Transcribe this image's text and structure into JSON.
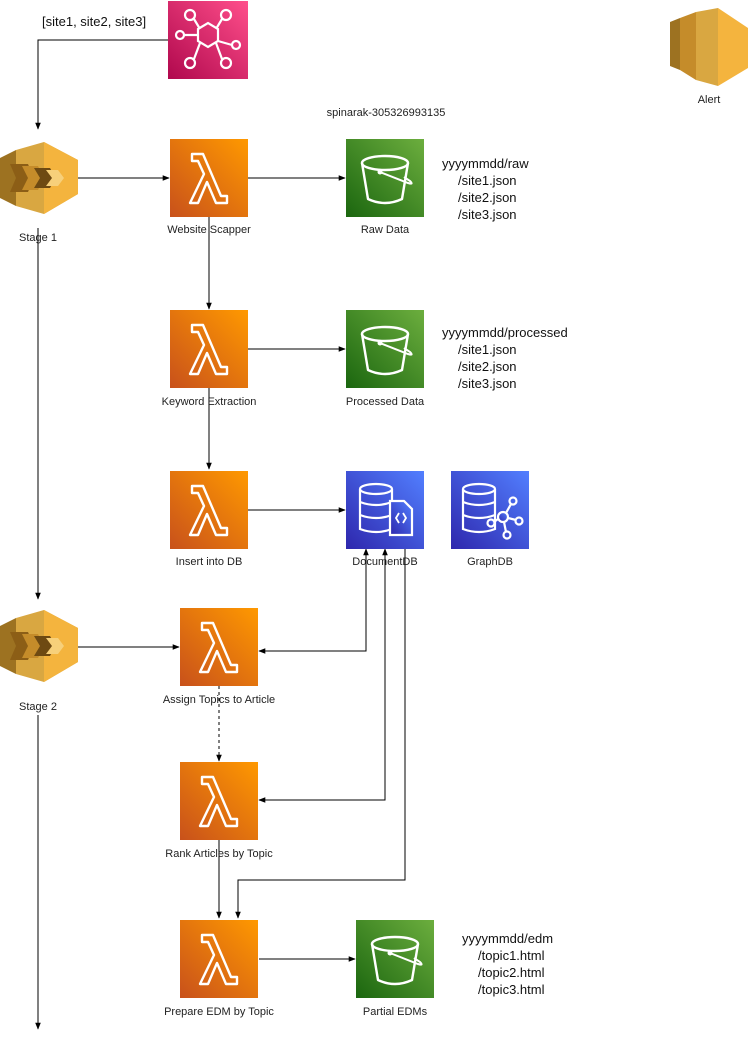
{
  "trigger_input": "[site1, site2, site3]",
  "bucket_name": "spinarak-305326993135",
  "alert": {
    "label": "Alert",
    "icon": "sns-topic-icon"
  },
  "colors": {
    "lambda_orange": "#E7700D",
    "lambda_orange_light": "#F89A22",
    "s3_green": "#3F8624",
    "s3_green_light": "#60A337",
    "db_blue": "#3334B9",
    "db_blue_light": "#4D62F0",
    "eventbridge_pink": "#D6245C",
    "eventbridge_pink_light": "#F23D7A",
    "gold": "#D9A741",
    "gold_dark": "#9D7221"
  },
  "stages": [
    {
      "label": "Stage 1",
      "icon": "step-functions-icon"
    },
    {
      "label": "Stage 2",
      "icon": "step-functions-icon"
    }
  ],
  "lambdas": [
    {
      "label": "Website Scapper",
      "icon": "lambda-icon"
    },
    {
      "label": "Keyword Extraction",
      "icon": "lambda-icon"
    },
    {
      "label": "Insert into DB",
      "icon": "lambda-icon"
    },
    {
      "label": "Assign Topics to Article",
      "icon": "lambda-icon"
    },
    {
      "label": "Rank Articles by Topic",
      "icon": "lambda-icon"
    },
    {
      "label": "Prepare EDM by Topic",
      "icon": "lambda-icon"
    }
  ],
  "buckets": [
    {
      "label": "Raw Data",
      "icon": "s3-bucket-icon",
      "paths": [
        "yyyymmdd/raw",
        "/site1.json",
        "/site2.json",
        "/site3.json"
      ]
    },
    {
      "label": "Processed Data",
      "icon": "s3-bucket-icon",
      "paths": [
        "yyyymmdd/processed",
        "/site1.json",
        "/site2.json",
        "/site3.json"
      ]
    },
    {
      "label": "Partial EDMs",
      "icon": "s3-bucket-icon",
      "paths": [
        "yyyymmdd/edm",
        "/topic1.html",
        "/topic2.html",
        "/topic3.html"
      ]
    }
  ],
  "databases": [
    {
      "label": "DocumentDB",
      "icon": "documentdb-icon"
    },
    {
      "label": "GraphDB",
      "icon": "neptune-graphdb-icon"
    }
  ],
  "scheduler": {
    "icon": "eventbridge-icon"
  }
}
